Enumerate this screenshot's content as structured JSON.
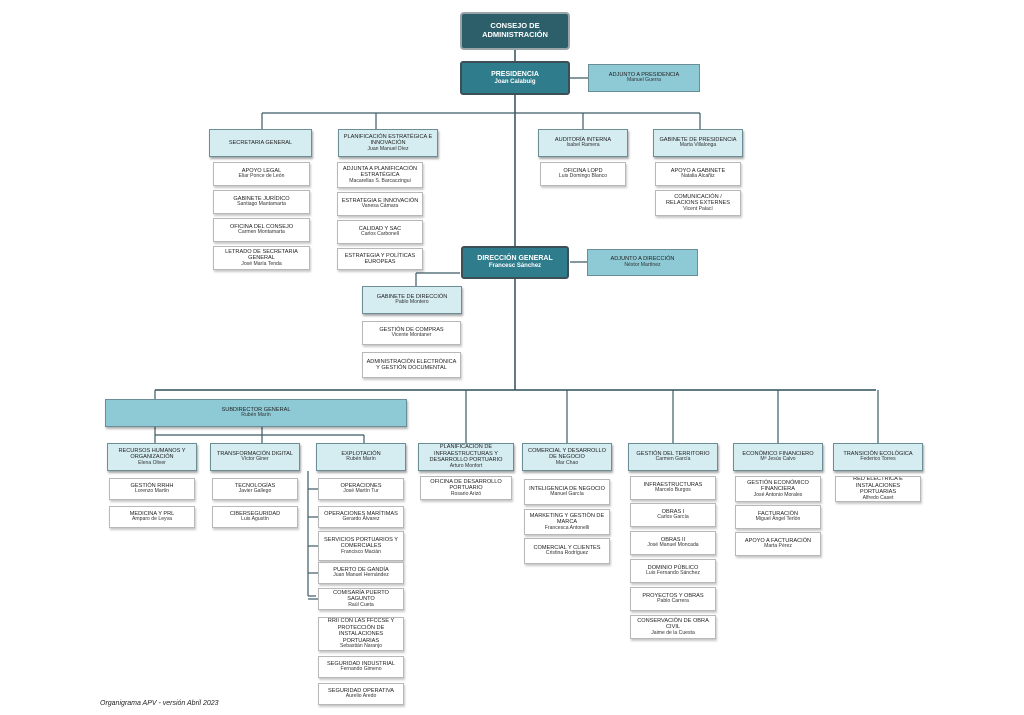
{
  "consejo": {
    "title": "CONSEJO DE ADMINISTRACIÓN"
  },
  "presidencia": {
    "title": "PRESIDENCIA",
    "name": "Joan Calabuig"
  },
  "adjunto_presidencia": {
    "title": "ADJUNTO A PRESIDENCIA",
    "name": "Manuel Guerra"
  },
  "secretaria": {
    "title": "SECRETARIA GENERAL",
    "items": [
      {
        "title": "APOYO LEGAL",
        "name": "Eliar Ponce de León"
      },
      {
        "title": "GABINETE JURÍDICO",
        "name": "Santiago Mantamarta"
      },
      {
        "title": "OFICINA DEL CONSEJO",
        "name": "Carmen Montamarta"
      },
      {
        "title": "LETRADO DE SECRETARIA GENERAL",
        "name": "José María Tenda"
      }
    ]
  },
  "planificacion": {
    "title": "PLANIFICACIÓN ESTRATÉGICA E INNOVACIÓN",
    "name": "Juan Manuel Díez",
    "items": [
      {
        "title": "ADJUNTA A PLANIFICACIÓN ESTRATÉGICA",
        "name": "Macarellas S. Barcaczingui"
      },
      {
        "title": "ESTRATEGIA E INNOVACIÓN",
        "name": "Vanesa Cámara"
      },
      {
        "title": "CALIDAD Y SAC",
        "name": "Carlos Carbonell"
      },
      {
        "title": "ESTRATEGIA Y POLÍTICAS EUROPEAS",
        "name": ""
      }
    ]
  },
  "auditoria": {
    "title": "AUDITORÍA INTERNA",
    "name": "Isabel Ramera",
    "items": [
      {
        "title": "OFICINA LOPD",
        "name": "Luis Domingo Blanco"
      }
    ]
  },
  "gabinete_presidencia": {
    "title": "GABINETE DE PRESIDENCIA",
    "name": "Marta Villalonga",
    "items": [
      {
        "title": "APOYO A GABINETE",
        "name": "Natalia Alcañiz"
      },
      {
        "title": "COMUNICACIÓN / RELACIONS EXTERNES",
        "name": "Vicent Palací"
      }
    ]
  },
  "direccion": {
    "title": "DIRECCIÓN GENERAL",
    "name": "Francesc Sánchez"
  },
  "adjunto_direccion": {
    "title": "ADJUNTO A DIRECCIÓN",
    "name": "Néstor Martínez"
  },
  "gabinete_direccion": {
    "title": "GABINETE DE DIRECCIÓN",
    "name": "Pablo Montero",
    "items": [
      {
        "title": "GESTIÓN DE COMPRAS",
        "name": "Vicente Montaner"
      },
      {
        "title": "ADMINISTRACIÓN ELECTRÓNICA Y GESTIÓN DOCUMENTAL",
        "name": ""
      }
    ]
  },
  "subdirector": {
    "title": "SUBDIRECTOR GENERAL",
    "name": "Rubén Marín"
  },
  "rrhh": {
    "title": "RECURSOS HUMANOS Y ORGANIZACIÓN",
    "name": "Elena Oliver",
    "items": [
      {
        "title": "GESTIÓN RRHH",
        "name": "Lorenzo Martín"
      },
      {
        "title": "MEDICINA Y PRL",
        "name": "Amparo de Leyva"
      }
    ]
  },
  "transformacion": {
    "title": "TRANSFORMACIÓN DIGITAL",
    "name": "Víctor Giner",
    "items": [
      {
        "title": "TECNOLOGÍAS",
        "name": "Javier Gallego"
      },
      {
        "title": "CIBERSEGURIDAD",
        "name": "Luis Agustín"
      }
    ]
  },
  "explotacion": {
    "title": "EXPLOTACIÓN",
    "name": "Rubén Marín",
    "items": [
      {
        "title": "OPERACIONES",
        "name": "José Martín Tur"
      },
      {
        "title": "OPERACIONES MARÍTIMAS",
        "name": "Gerardo Álvarez"
      },
      {
        "title": "SERVICIOS PORTUARIOS Y COMERCIALES",
        "name": "Francisco Macián"
      },
      {
        "title": "PUERTO DE GANDÍA",
        "name": "Juan Manuel Hernández"
      },
      {
        "title": "COMISARÍA PUERTO SAGUNTO",
        "name": "Raúl Cueta"
      },
      {
        "title": "RRII CON LAS FFCCSE Y PROTECCIÓN DE INSTALACIONES PORTUARIAS",
        "name": "Sebastián Naranjo"
      },
      {
        "title": "SEGURIDAD INDUSTRIAL",
        "name": "Fernando Gimeno"
      },
      {
        "title": "SEGURIDAD OPERATIVA",
        "name": "Aurelio Aredo"
      }
    ]
  },
  "planif_infra": {
    "title": "PLANIFICACIÓN DE INFRAESTRUCTURAS Y DESARROLLO PORTUARIO",
    "name": "Arturo Monfort",
    "items": [
      {
        "title": "OFICINA DE DESARROLLO PORTUARIO",
        "name": "Rosario Arizó"
      }
    ]
  },
  "comercial": {
    "title": "COMERCIAL Y DESARROLLO DE NEGOCIO",
    "name": "Mar Chao",
    "items": [
      {
        "title": "INTELIGENCIA DE NEGOCIO",
        "name": "Manuel García"
      },
      {
        "title": "MARKETING Y GESTIÓN DE MARCA",
        "name": "Francesca Antonelli"
      },
      {
        "title": "COMERCIAL Y CLIENTES",
        "name": "Cristina Rodríguez"
      }
    ]
  },
  "territorio": {
    "title": "GESTIÓN DEL TERRITORIO",
    "name": "Carmen García",
    "items": [
      {
        "title": "INFRAESTRUCTURAS",
        "name": "Marcelo Burgos"
      },
      {
        "title": "OBRAS I",
        "name": "Carlos García"
      },
      {
        "title": "OBRAS II",
        "name": "José Manuel Moncada"
      },
      {
        "title": "DOMINIO PÚBLICO",
        "name": "Luis Fernando Sánchez"
      },
      {
        "title": "PROYECTOS Y OBRAS",
        "name": "Pablo Carrera"
      },
      {
        "title": "CONSERVACIÓN DE OBRA CIVIL",
        "name": "Jaime de la Cuesta"
      }
    ]
  },
  "economico": {
    "title": "ECONÓMICO FINANCIERO",
    "name": "Mª Jesús Calvo",
    "items": [
      {
        "title": "GESTIÓN ECONÓMICO FINANCIERA",
        "name": "José Antonio Morales"
      },
      {
        "title": "FACTURACIÓN",
        "name": "Miguel Ángel Terlón"
      },
      {
        "title": "APOYO A FACTURACIÓN",
        "name": "Marta Pérez"
      }
    ]
  },
  "transicion": {
    "title": "TRANSICIÓN ECOLÓGICA",
    "name": "Federico Torres",
    "items": [
      {
        "title": "RED ELÉCTRICA E INSTALACIONES PORTUARIAS",
        "name": "Alfredo Caset"
      }
    ]
  },
  "footer": "Organigrama APV - versión Abril 2023"
}
